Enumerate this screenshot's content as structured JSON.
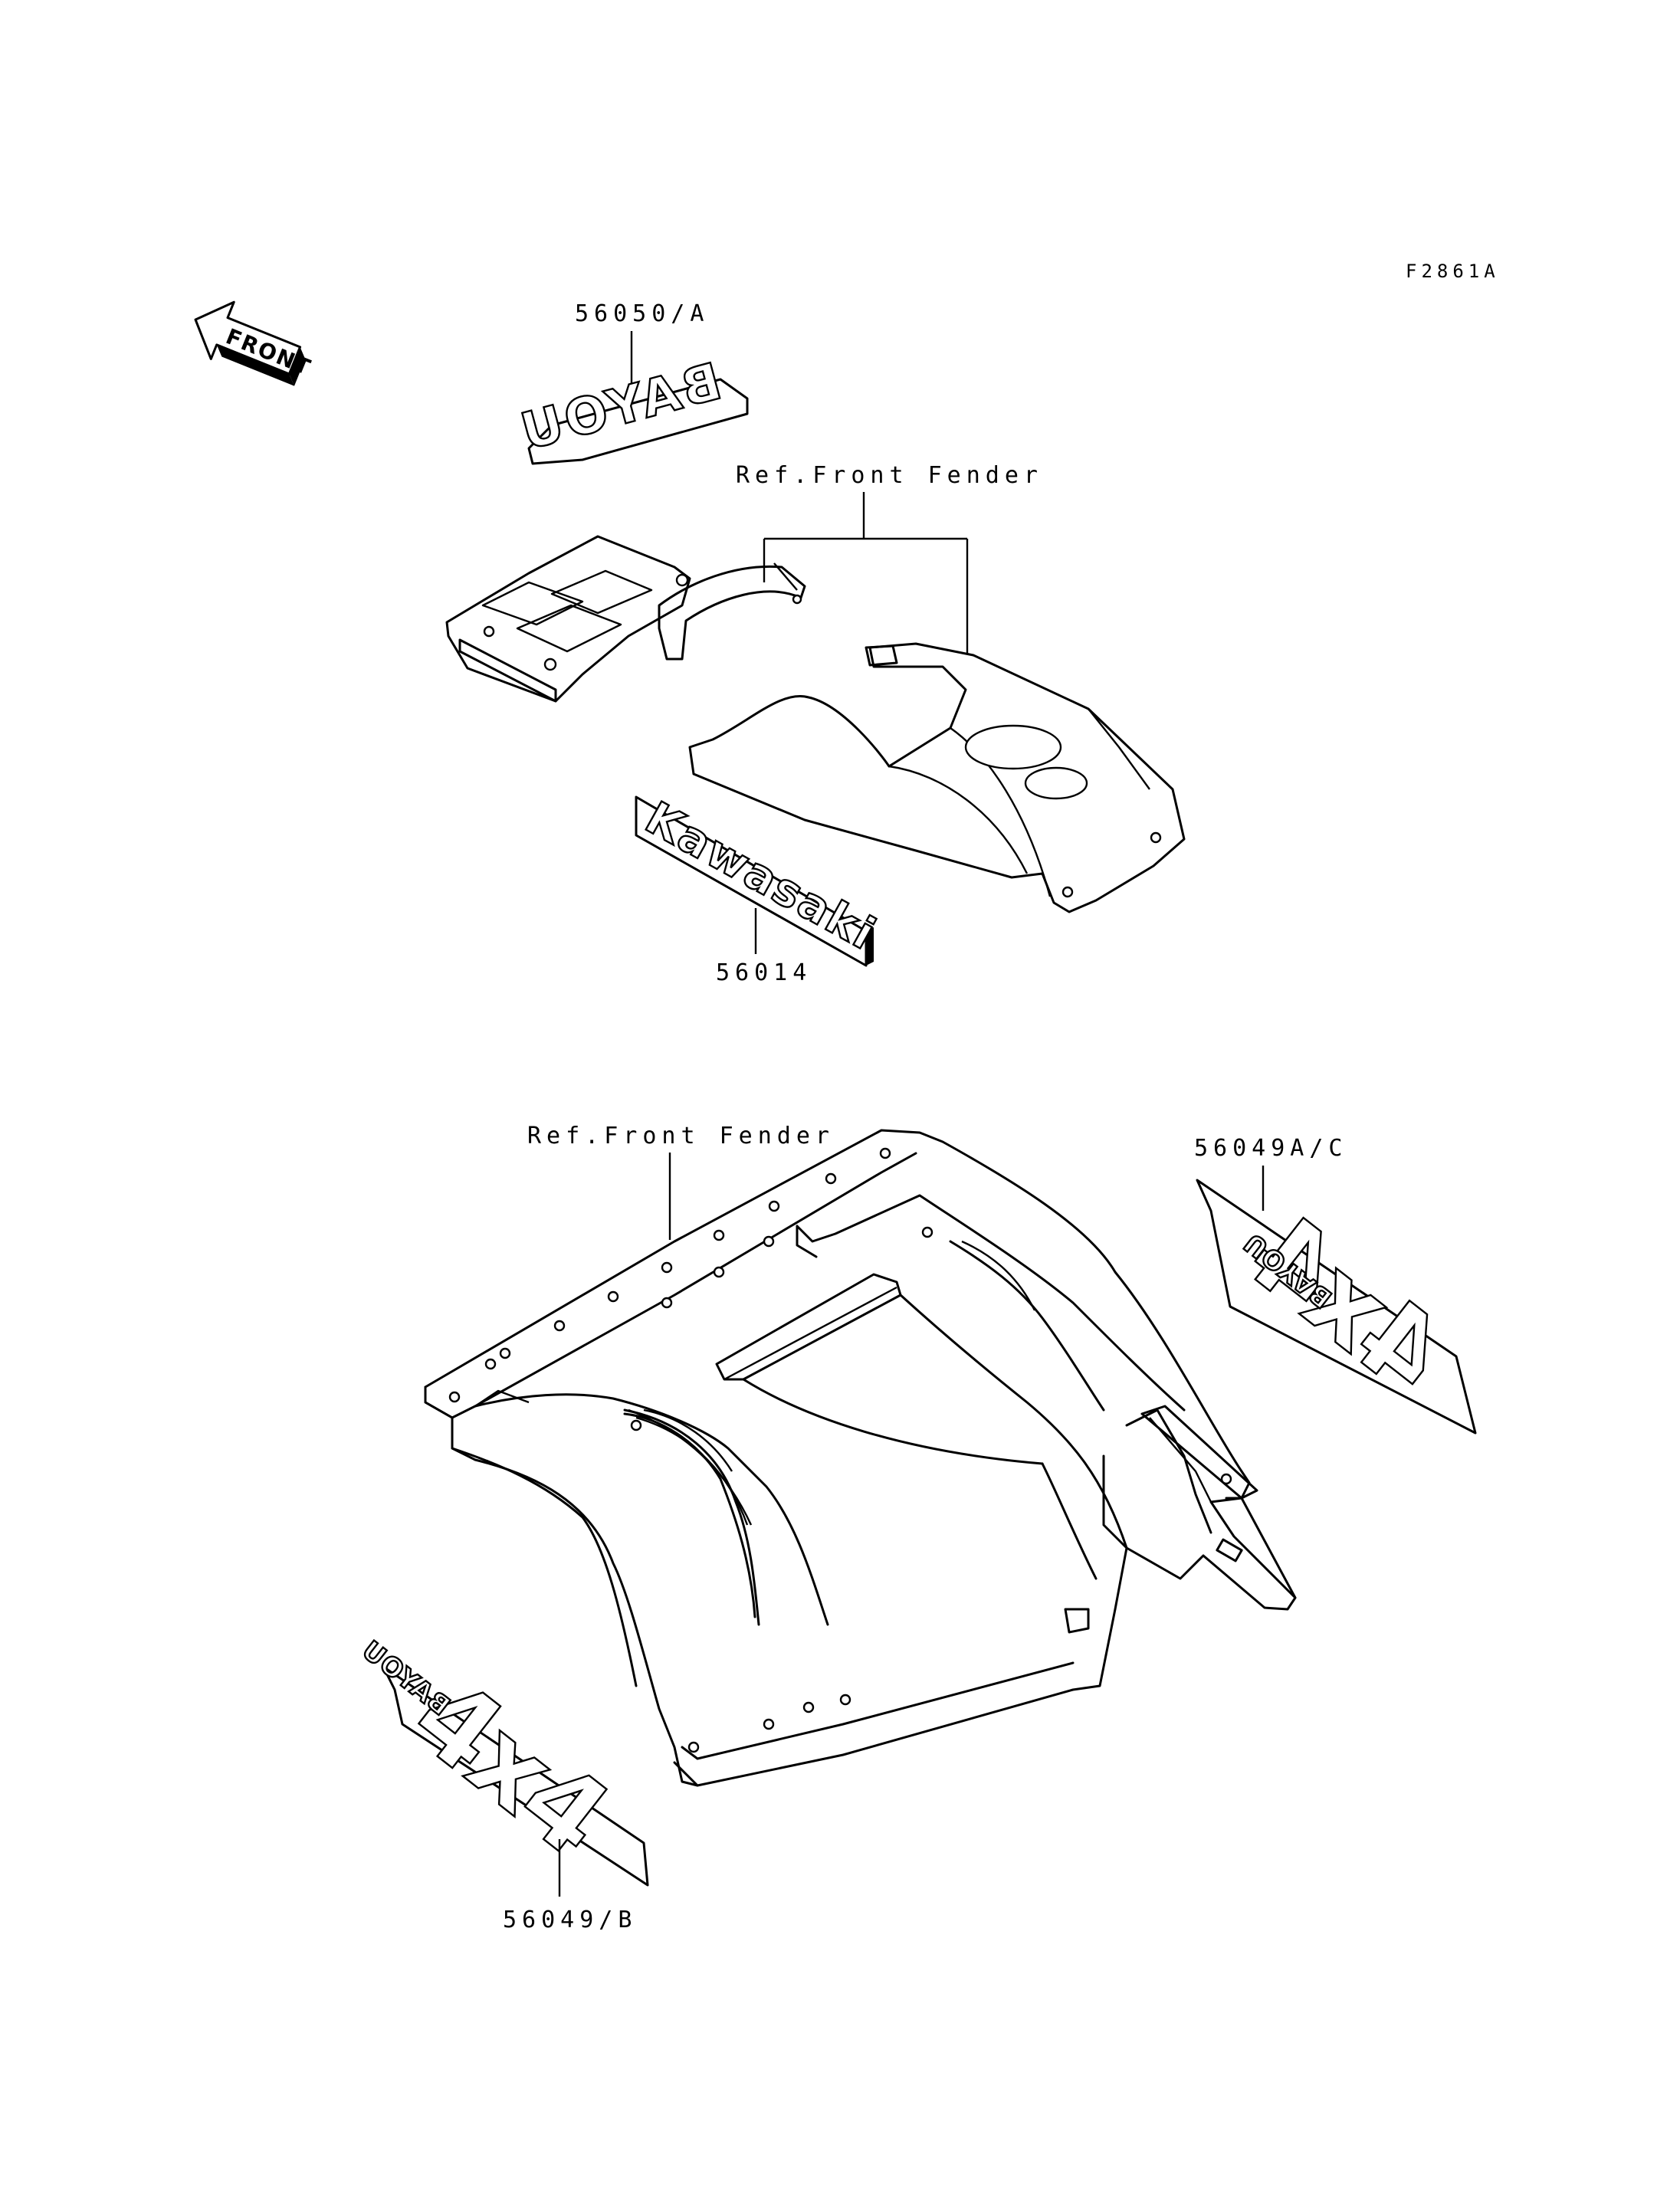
{
  "figure_code": "F2861A",
  "front_arrow": {
    "label": "FRONT"
  },
  "callouts": {
    "p56050": "56050/A",
    "p56014": "56014",
    "p56049ac": "56049A/C",
    "p56049b": "56049/B",
    "ref_front_fender_1": "Ref.Front Fender",
    "ref_front_fender_2": "Ref.Front Fender"
  },
  "decal_text": {
    "bayou": "BAYOU",
    "kawasaki": "Kawasaki",
    "four_by_four": "4x4",
    "bayou_small": "BAYOU"
  }
}
